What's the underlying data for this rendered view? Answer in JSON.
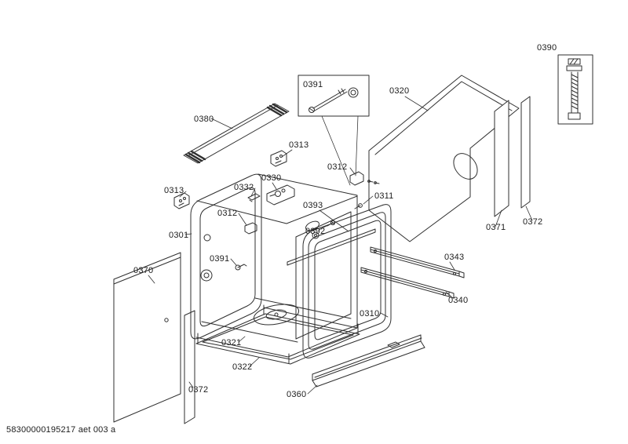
{
  "footer": "58300000195217 aet 003 a",
  "labels": {
    "p0390": "0390",
    "p0391_box": "0391",
    "p0320": "0320",
    "p0380": "0380",
    "p0313_right": "0313",
    "p0312_top": "0312",
    "p0330": "0330",
    "p0332": "0332",
    "p0311": "0311",
    "p0393": "0393",
    "p0313_left": "0313",
    "p0312_left": "0312",
    "p0392": "0392",
    "p0301": "0301",
    "p0391_tub": "0391",
    "p0370": "0370",
    "p0343": "0343",
    "p0340": "0340",
    "p0310": "0310",
    "p0321": "0321",
    "p0322": "0322",
    "p0360": "0360",
    "p0371": "0371",
    "p0372_right": "0372",
    "p0372_left": "0372"
  }
}
